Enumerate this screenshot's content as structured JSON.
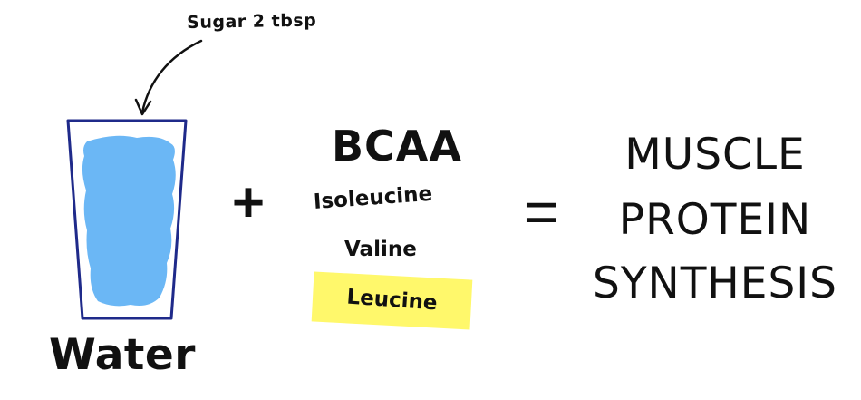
{
  "annotation": {
    "sugar_label": "Sugar 2 tbsp"
  },
  "glass": {
    "label": "Water",
    "water_color": "#6bb7f5",
    "outline_color": "#1f2a8a"
  },
  "operators": {
    "plus": "+",
    "equals": "="
  },
  "bcaa": {
    "title": "BCAA",
    "items": [
      "Isoleucine",
      "Valine",
      "Leucine"
    ],
    "highlight_color": "#fff86b"
  },
  "result": {
    "lines": [
      "MUSCLE",
      "PROTEIN",
      "SYNTHESIS"
    ]
  }
}
